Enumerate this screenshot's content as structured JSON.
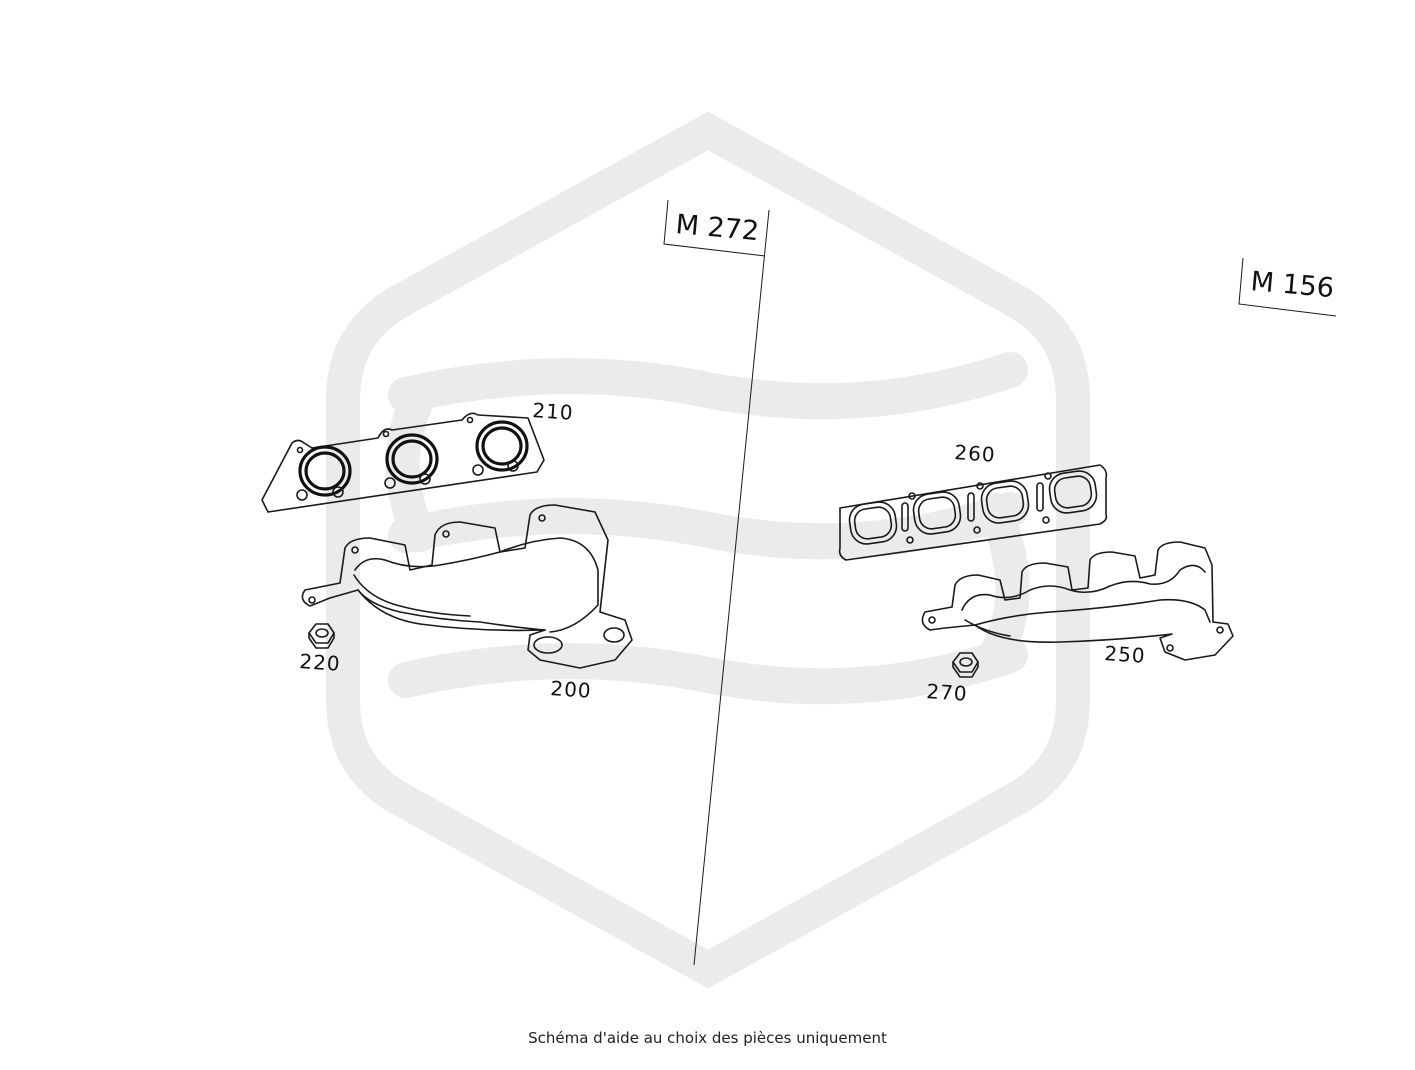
{
  "engines": {
    "left": "M 272",
    "right": "M 156"
  },
  "callouts": {
    "p200": "200",
    "p210": "210",
    "p220": "220",
    "p250": "250",
    "p260": "260",
    "p270": "270"
  },
  "caption": "Schéma d'aide au choix des pièces uniquement",
  "colors": {
    "line": "#1a1a1a",
    "watermark": "#ebebeb"
  }
}
